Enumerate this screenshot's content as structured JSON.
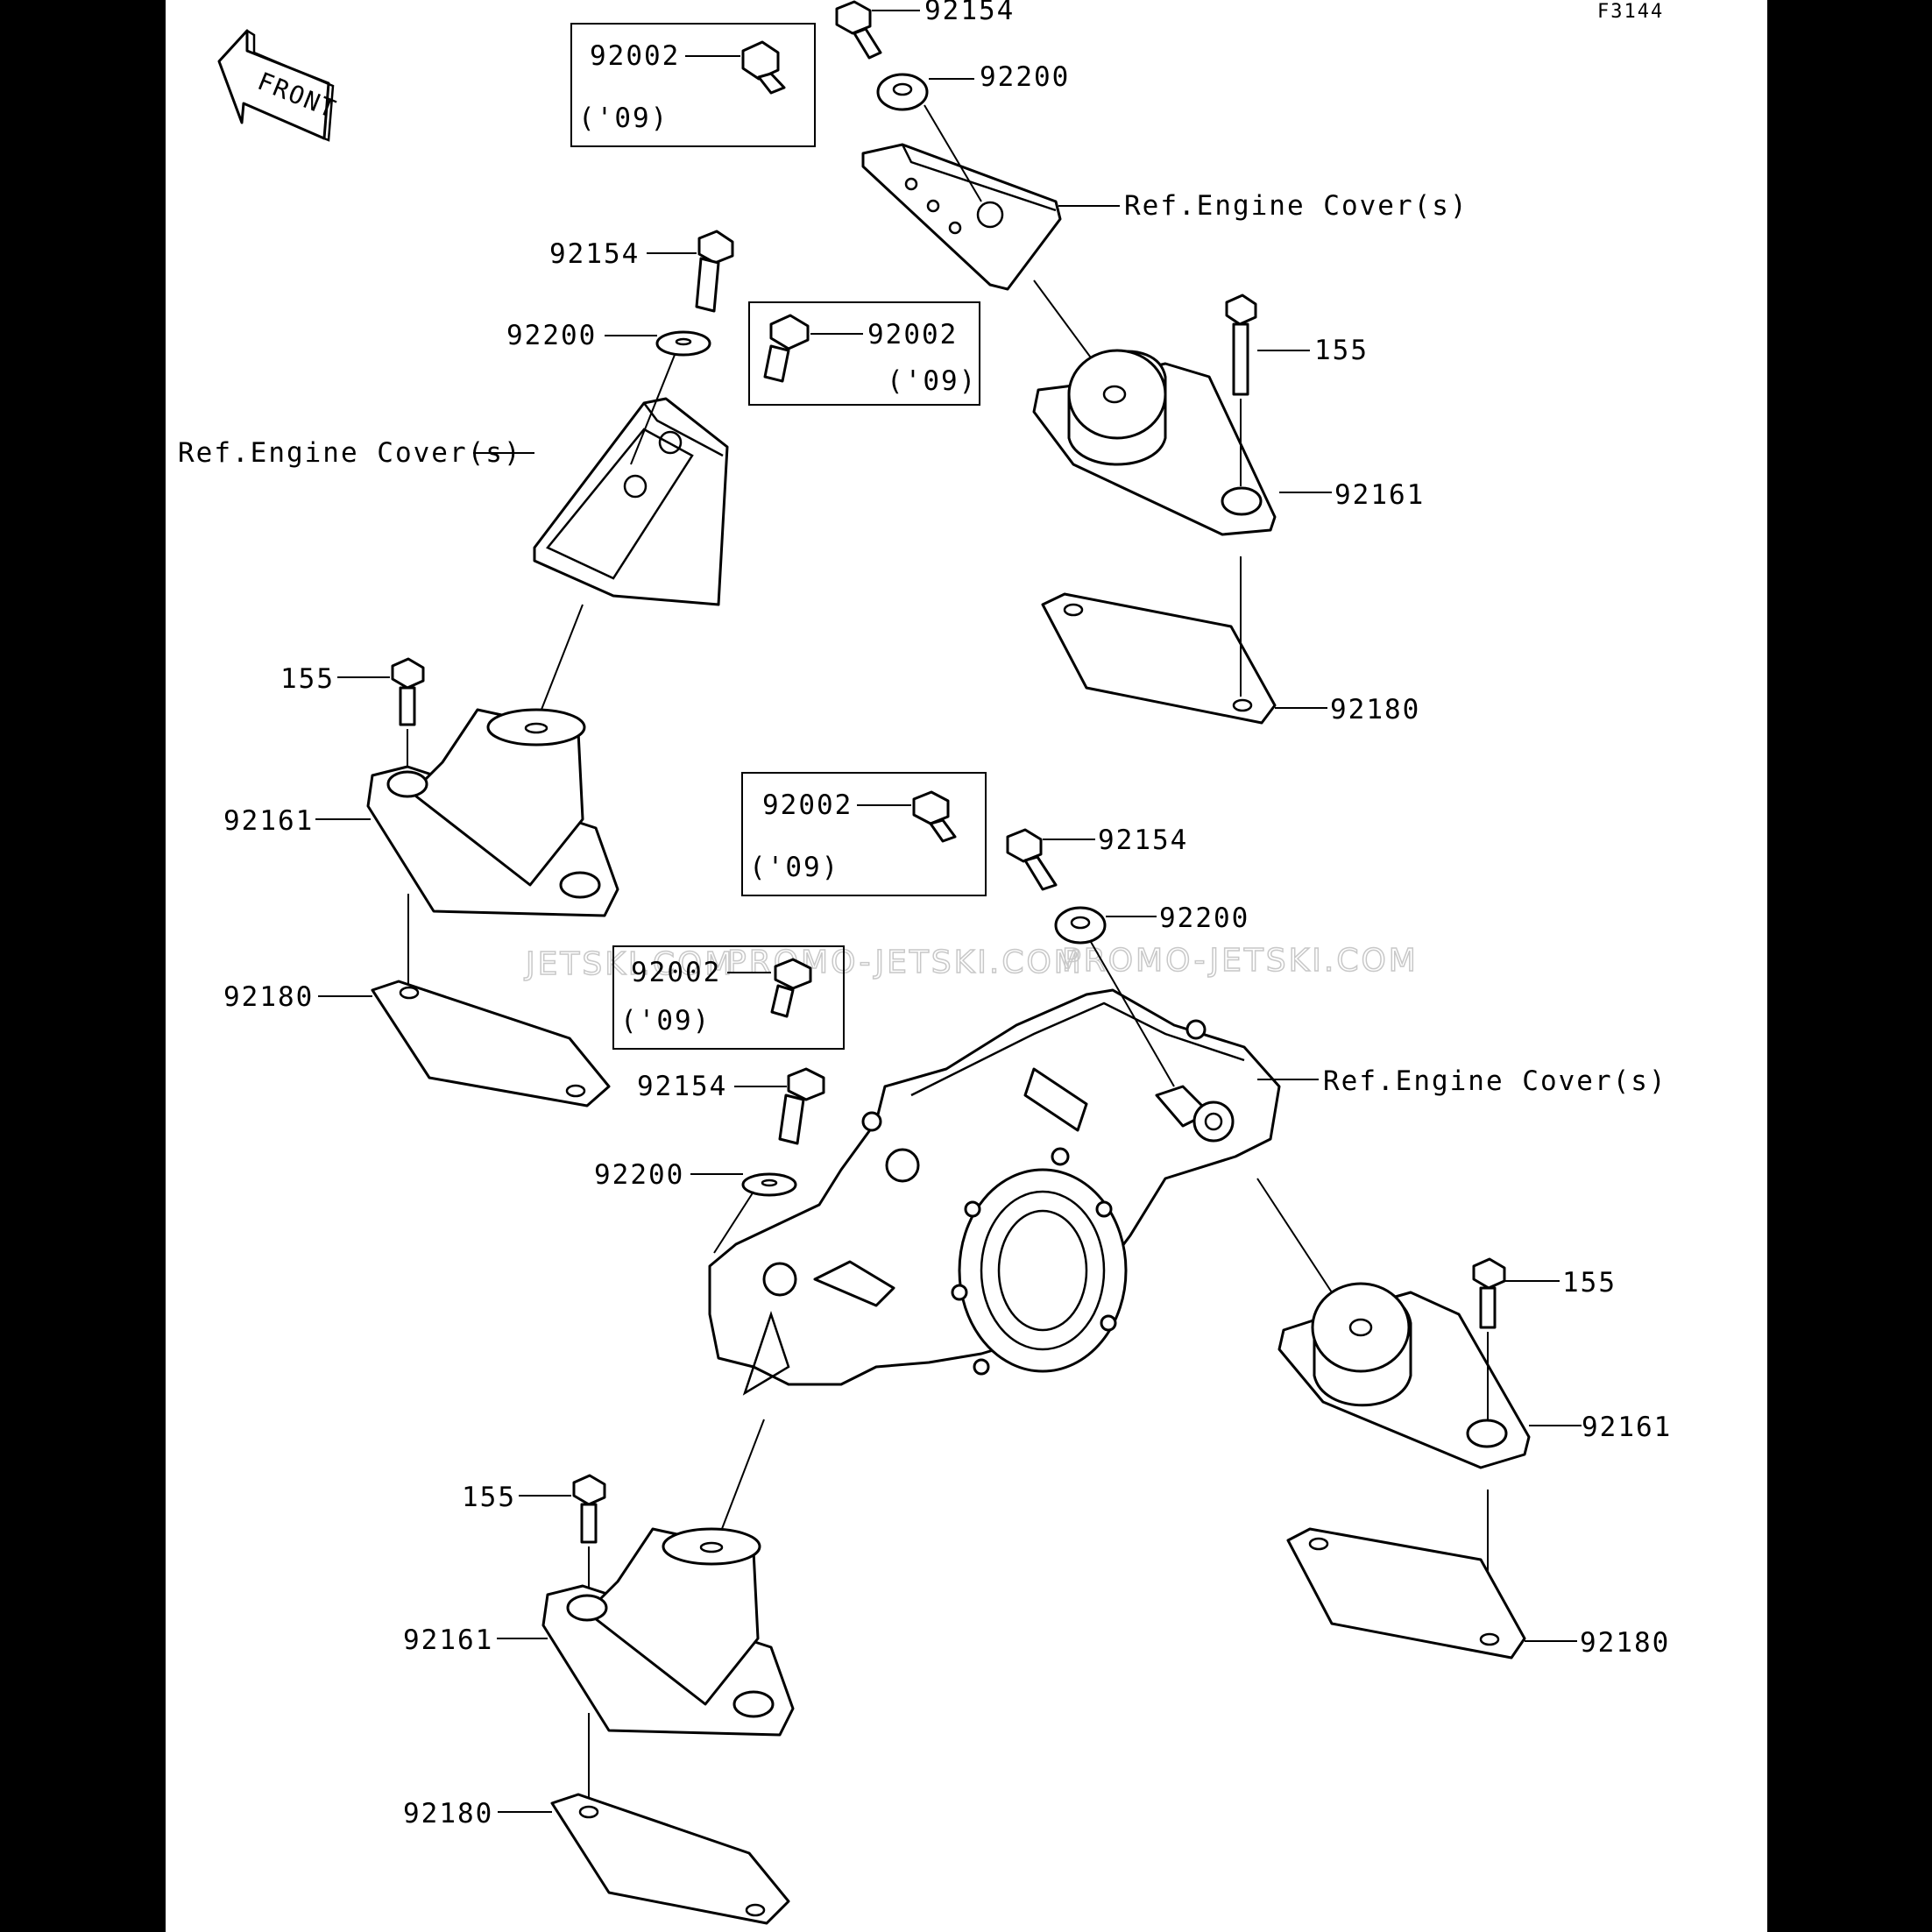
{
  "diagram_code": "F3144",
  "front_label": "FRONT",
  "watermarks": [
    "JETSKI.COM",
    "PROMO-JETSKI.COM",
    "PROMO-JETSKI.COM"
  ],
  "labels": {
    "p92154": "92154",
    "p92200": "92200",
    "p92002": "92002",
    "p155": "155",
    "p92161": "92161",
    "p92180": "92180",
    "ref_engine_cover": "Ref.Engine Cover(s)",
    "year_note": "('09)"
  }
}
